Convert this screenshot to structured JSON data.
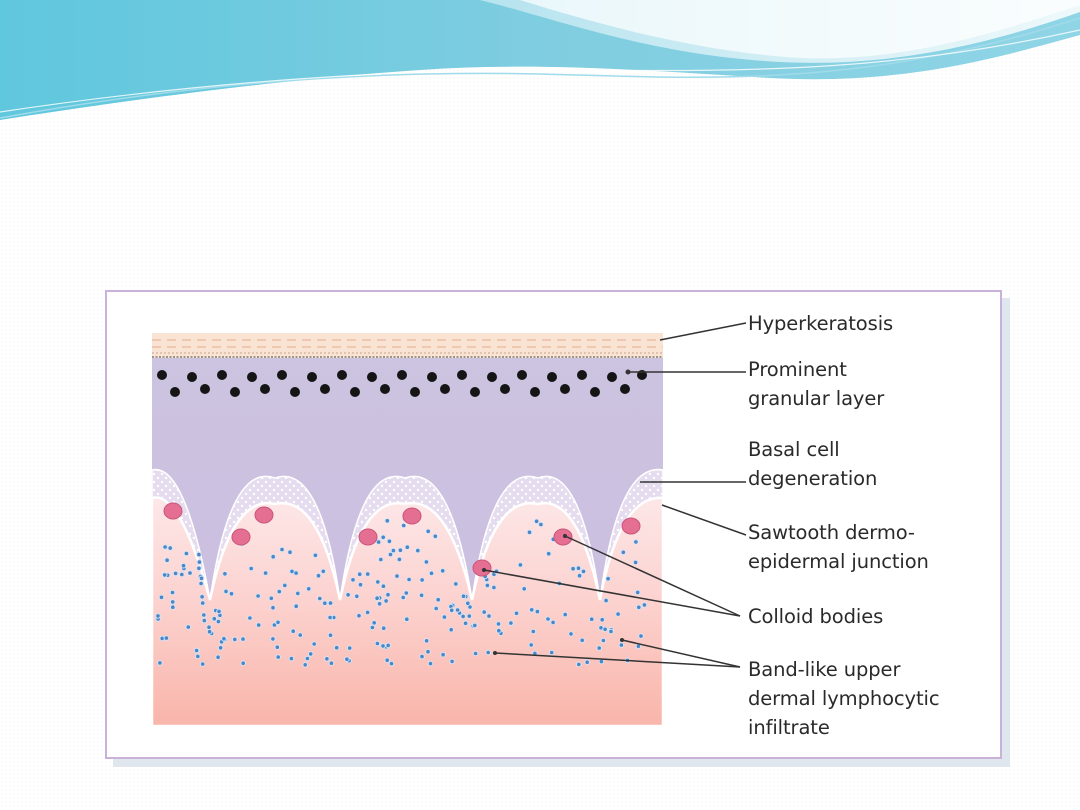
{
  "labels": {
    "hyperkeratosis": [
      "Hyperkeratosis"
    ],
    "granular_layer": [
      "Prominent",
      "granular layer"
    ],
    "basal_degeneration": [
      "Basal cell",
      "degeneration"
    ],
    "sawtooth_junction": [
      "Sawtooth dermo-",
      "epidermal junction"
    ],
    "colloid_bodies": [
      "Colloid bodies"
    ],
    "lymphocytic_infiltrate": [
      "Band-like upper",
      "dermal lymphocytic",
      "infiltrate"
    ]
  },
  "colors": {
    "stratum_corneum": "#f9e3d2",
    "granular_top": "#ccc4e0",
    "epidermis_bottom": "#cdbde0",
    "dermis_top": "#fde7e8",
    "dermis_bottom": "#f9b5aa",
    "granule": "#151515",
    "colloid_body": "#e56f92",
    "lymphocyte": "#4b86c7",
    "frame_border": "#c9b2d9",
    "banner": "#5bc3dc"
  },
  "icons": [
    "decorative-wave-banner"
  ]
}
